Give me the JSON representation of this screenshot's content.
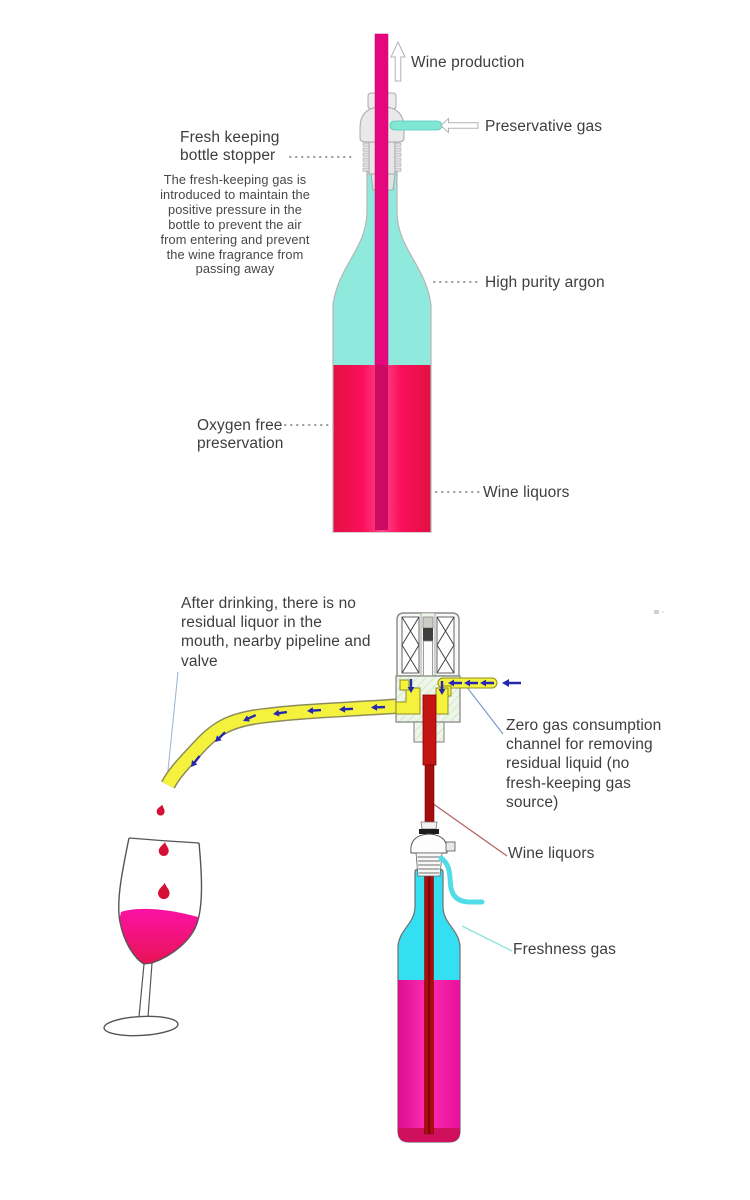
{
  "page": {
    "background": "#ffffff"
  },
  "colors": {
    "argon_teal": "#8FEADD",
    "gas_tube_teal": "#7FE7D4",
    "tube_magenta": "#E5077E",
    "tube_magenta_dark": "#CC0A63",
    "bottle_cyan": "#35DFF2",
    "valve_yellow": "#F5F23E",
    "arrow_navy": "#2527AE",
    "red_tube": "#C41414",
    "droplet_red": "#D60F35",
    "label_gray": "#3E3E3E",
    "leader_gray": "#999999"
  },
  "top_diagram": {
    "labels": {
      "wine_production": "Wine production",
      "preservative_gas": "Preservative gas",
      "stopper": "Fresh keeping\nbottle stopper",
      "stopper_description": "The fresh-keeping gas is\nintroduced to maintain the\npositive pressure in the\nbottle to prevent the air\nfrom entering and prevent\nthe wine fragrance from\npassing away",
      "high_purity_argon": "High purity argon",
      "oxygen_free": "Oxygen free\npreservation",
      "wine_liquors": "Wine liquors"
    }
  },
  "bottom_diagram": {
    "labels": {
      "after_drinking": "After drinking, there is no\nresidual liquor in the\nmouth, nearby pipeline and\nvalve",
      "zero_gas_channel": "Zero gas consumption\nchannel for removing\nresidual liquid (no\nfresh-keeping gas\nsource)",
      "wine_liquors": "Wine liquors",
      "freshness_gas": "Freshness gas"
    }
  }
}
